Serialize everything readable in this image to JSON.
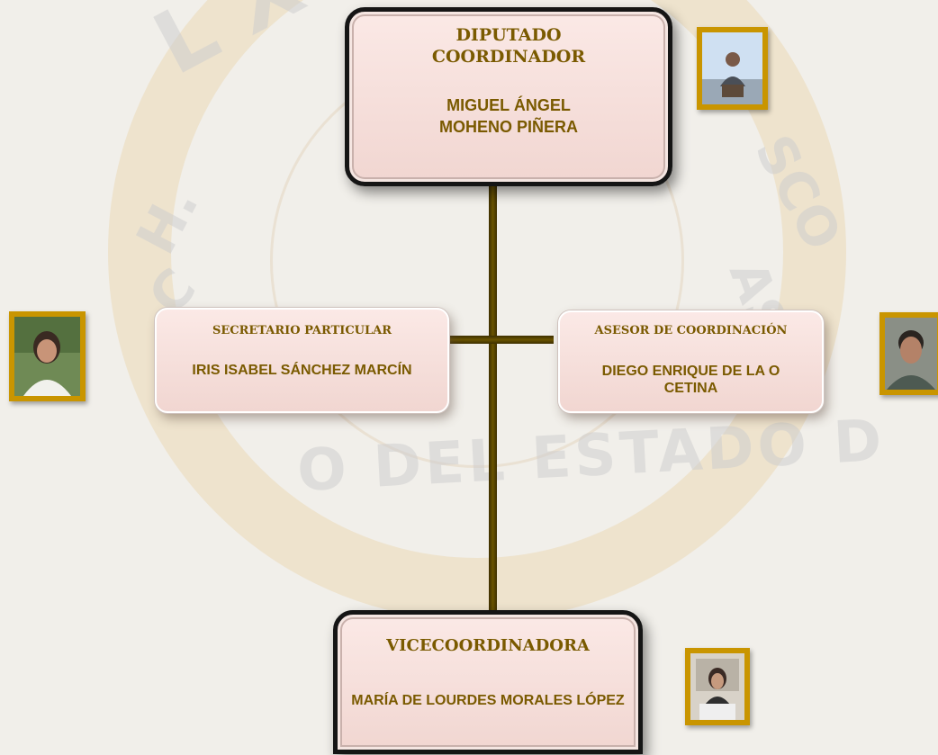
{
  "org_chart": {
    "coordinator": {
      "role": "DIPUTADO COORDINADOR",
      "name": "MIGUEL ÁNGEL MOHENO PIÑERA",
      "photo_icon": "portrait-photo"
    },
    "secretary": {
      "role": "SECRETARIO PARTICULAR",
      "name": "IRIS ISABEL SÁNCHEZ MARCÍN",
      "photo_icon": "portrait-photo"
    },
    "advisor": {
      "role": "ASESOR DE COORDINACIÓN",
      "name": "DIEGO ENRIQUE DE LA O CETINA",
      "photo_icon": "portrait-photo"
    },
    "vice_coordinator": {
      "role": "VICECOORDINADORA",
      "name": "MARÍA DE LOURDES MORALES LÓPEZ",
      "photo_icon": "portrait-photo"
    }
  },
  "colors": {
    "text_gold": "#7a5a00",
    "frame_gold": "#c99500",
    "connector": "#4a3b00",
    "box_fill": "#f1d6d1",
    "dark_border": "#151515"
  }
}
